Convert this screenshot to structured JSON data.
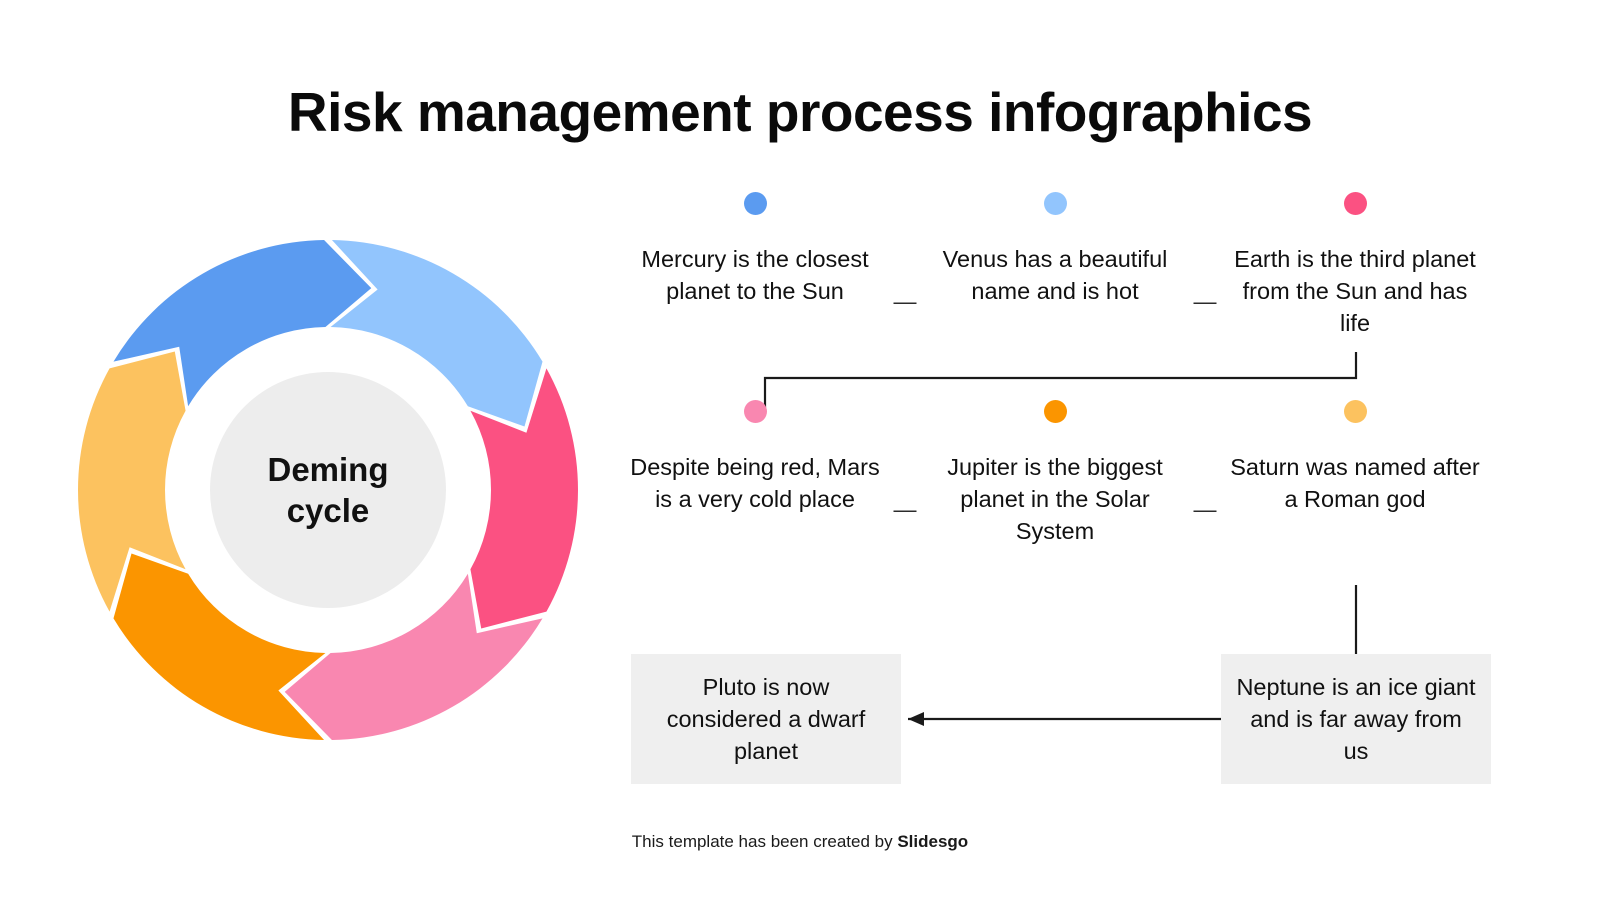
{
  "title": "Risk management process infographics",
  "donut": {
    "center_label_line1": "Deming",
    "center_label_line2": "cycle",
    "inner_circle_color": "#ededed",
    "segments": [
      {
        "name": "mercury",
        "color": "#5b9bf0",
        "start_deg": -60,
        "end_deg": 0
      },
      {
        "name": "venus",
        "color": "#92c5fd",
        "start_deg": 0,
        "end_deg": 60
      },
      {
        "name": "earth",
        "color": "#fb5182",
        "start_deg": 60,
        "end_deg": 120
      },
      {
        "name": "mars",
        "color": "#f987b0",
        "start_deg": 120,
        "end_deg": 180
      },
      {
        "name": "jupiter",
        "color": "#fb9500",
        "start_deg": 180,
        "end_deg": 240
      },
      {
        "name": "saturn",
        "color": "#fcc25f",
        "start_deg": 240,
        "end_deg": 300
      }
    ]
  },
  "flow": {
    "separator": "—",
    "row_top": [
      {
        "dot_color": "#5b9bf0",
        "text": "Mercury is the closest planet to the Sun"
      },
      {
        "dot_color": "#92c5fd",
        "text": "Venus has a beautiful name and is hot"
      },
      {
        "dot_color": "#fb5182",
        "text": "Earth is the third planet from the Sun and has life"
      }
    ],
    "row_bottom": [
      {
        "dot_color": "#f987b0",
        "text": "Despite being red, Mars is a very cold place"
      },
      {
        "dot_color": "#fb9500",
        "text": "Jupiter is the biggest planet in the Solar System"
      },
      {
        "dot_color": "#fcc25f",
        "text": "Saturn was named after a Roman god"
      }
    ]
  },
  "boxes": {
    "pluto": "Pluto is now considered a dwarf planet",
    "neptune": "Neptune is an ice giant and is far away from us",
    "background": "#efefef"
  },
  "footer": {
    "prefix": "This template has been created by ",
    "brand": "Slidesgo"
  }
}
